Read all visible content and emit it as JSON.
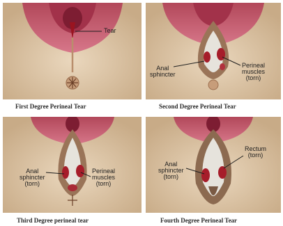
{
  "panels": [
    {
      "caption": "First Degree Perineal Tear",
      "labels": {
        "tear": "Tear"
      }
    },
    {
      "caption": "Second Degree Perineal Tear",
      "labels": {
        "anal_sphincter_1": "Anal",
        "anal_sphincter_2": "sphincter",
        "perineal_1": "Perineal",
        "perineal_2": "muscles",
        "perineal_3": "(torn)"
      }
    },
    {
      "caption": "Third Degree perineal tear",
      "labels": {
        "anal_1": "Anal",
        "anal_2": "sphincter",
        "anal_3": "(torn)",
        "perineal_1": "Perineal",
        "perineal_2": "muscles",
        "perineal_3": "(torn)"
      }
    },
    {
      "caption": "Fourth Degree Perineal Tear",
      "labels": {
        "anal_1": "Anal",
        "anal_2": "sphincter",
        "anal_3": "(torn)",
        "rectum_1": "Rectum",
        "rectum_2": "(torn)"
      }
    }
  ]
}
